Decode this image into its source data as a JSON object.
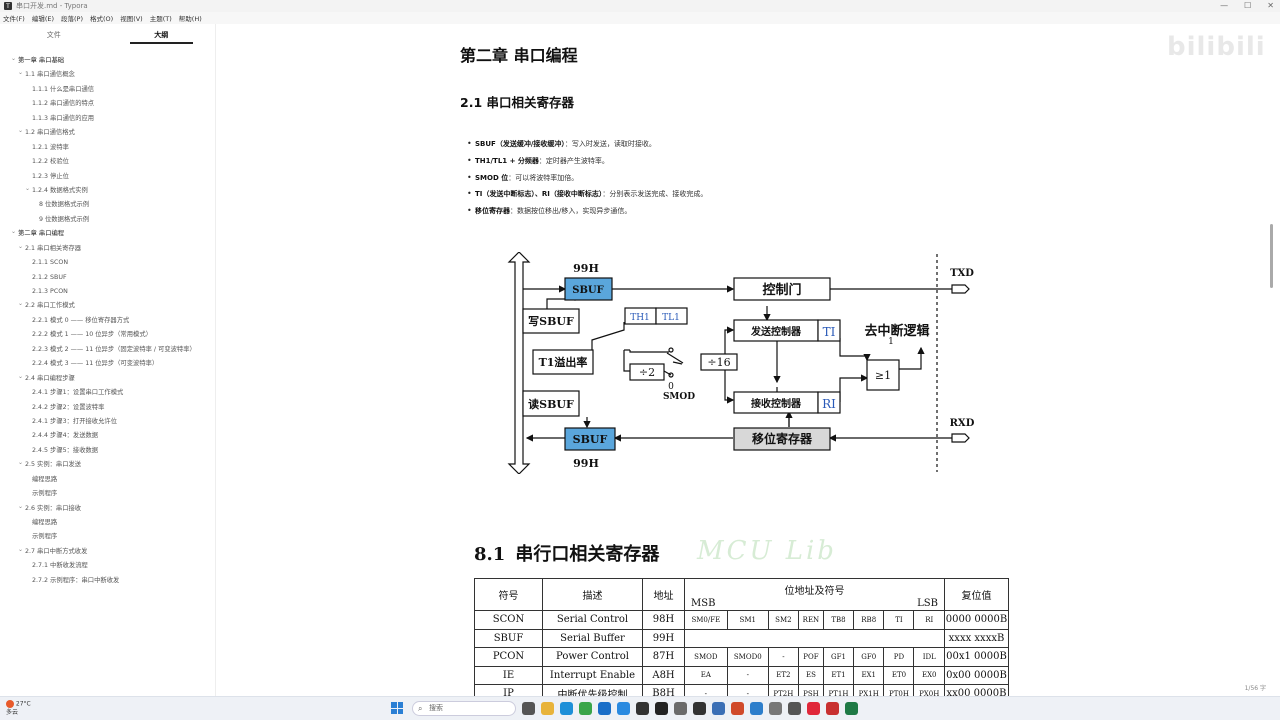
{
  "window": {
    "title": "串口开发.md - Typora",
    "app_icon": "T"
  },
  "menu": [
    "文件(F)",
    "编辑(E)",
    "段落(P)",
    "格式(O)",
    "视图(V)",
    "主题(T)",
    "帮助(H)"
  ],
  "sidebar": {
    "tabs": [
      "文件",
      "大纲"
    ],
    "active_tab": "大纲",
    "items": [
      {
        "label": "第一章 串口基础",
        "level": 1,
        "expanded": true
      },
      {
        "label": "1.1 串口通信概念",
        "level": 2,
        "expanded": true
      },
      {
        "label": "1.1.1 什么是串口通信",
        "level": 3
      },
      {
        "label": "1.1.2 串口通信的特点",
        "level": 3
      },
      {
        "label": "1.1.3 串口通信的应用",
        "level": 3
      },
      {
        "label": "1.2 串口通信格式",
        "level": 2,
        "expanded": true
      },
      {
        "label": "1.2.1 波特率",
        "level": 3
      },
      {
        "label": "1.2.2 校验位",
        "level": 3
      },
      {
        "label": "1.2.3 停止位",
        "level": 3
      },
      {
        "label": "1.2.4 数据格式实例",
        "level": 3,
        "expanded": true
      },
      {
        "label": "8 位数据格式示例",
        "level": 4
      },
      {
        "label": "9 位数据格式示例",
        "level": 4
      },
      {
        "label": "第二章 串口编程",
        "level": 1,
        "expanded": true
      },
      {
        "label": "2.1 串口相关寄存器",
        "level": 2,
        "expanded": true
      },
      {
        "label": "2.1.1 SCON",
        "level": 3
      },
      {
        "label": "2.1.2 SBUF",
        "level": 3
      },
      {
        "label": "2.1.3 PCON",
        "level": 3
      },
      {
        "label": "2.2 串口工作模式",
        "level": 2,
        "expanded": true
      },
      {
        "label": "2.2.1 模式 0 —— 移位寄存器方式",
        "level": 3
      },
      {
        "label": "2.2.2 模式 1 —— 10 位异步（常用模式）",
        "level": 3
      },
      {
        "label": "2.2.3 模式 2 —— 11 位异步（固定波特率 / 可变波特率）",
        "level": 3
      },
      {
        "label": "2.2.4 模式 3 —— 11 位异步（可变波特率）",
        "level": 3
      },
      {
        "label": "2.4 串口编程步骤",
        "level": 2,
        "expanded": true
      },
      {
        "label": "2.4.1 步骤1：设置串口工作模式",
        "level": 3
      },
      {
        "label": "2.4.2 步骤2：设置波特率",
        "level": 3
      },
      {
        "label": "2.4.1 步骤3：打开接收允许位",
        "level": 3
      },
      {
        "label": "2.4.4 步骤4：发送数据",
        "level": 3
      },
      {
        "label": "2.4.5 步骤5：接收数据",
        "level": 3
      },
      {
        "label": "2.5 实例：串口发送",
        "level": 2,
        "expanded": true
      },
      {
        "label": "编程思路",
        "level": 3
      },
      {
        "label": "示例程序",
        "level": 3
      },
      {
        "label": "2.6 实例：串口接收",
        "level": 2,
        "expanded": true
      },
      {
        "label": "编程思路",
        "level": 3
      },
      {
        "label": "示例程序",
        "level": 3
      },
      {
        "label": "2.7 串口中断方式收发",
        "level": 2,
        "expanded": true
      },
      {
        "label": "2.7.1 中断收发流程",
        "level": 3
      },
      {
        "label": "2.7.2 示例程序：串口中断收发",
        "level": 3
      }
    ],
    "footer_left": "‹",
    "footer_right": "</>"
  },
  "doc": {
    "h1": "第二章 串口编程",
    "h2": "2.1 串口相关寄存器",
    "bullets": [
      {
        "term": "SBUF（发送缓冲/接收缓冲）",
        "desc": "：写入时发送，读取时接收。"
      },
      {
        "term": "TH1/TL1 + 分频器",
        "desc": "：定时器产生波特率。"
      },
      {
        "term": "SMOD 位",
        "desc": "：可以将波特率加倍。"
      },
      {
        "term": "TI（发送中断标志）、RI（接收中断标志）",
        "desc": "：分别表示发送完成、接收完成。"
      },
      {
        "term": "移位寄存器",
        "desc": "：数据按位移出/移入，实现异步通信。"
      }
    ],
    "diagram": {
      "sbuf_top_addr": "99H",
      "sbuf_top": "SBUF",
      "write_sbuf": "写SBUF",
      "th1": "TH1",
      "tl1": "TL1",
      "t1_overflow": "T1溢出率",
      "one": "1",
      "zero": "0",
      "div2": "÷2",
      "div16": "÷16",
      "smod": "SMOD",
      "ctrl_gate": "控制门",
      "tx_ctrl": "发送控制器",
      "ti": "TI",
      "rx_ctrl": "接收控制器",
      "ri": "RI",
      "to_int": "去中断逻辑",
      "ge1": "≥1",
      "read_sbuf": "读SBUF",
      "sbuf_bot": "SBUF",
      "sbuf_bot_addr": "99H",
      "shift_reg": "移位寄存器",
      "txd": "TXD",
      "rxd": "RXD"
    },
    "h3_num": "8.1",
    "h3": "串行口相关寄存器",
    "h3_watermark": "MCU Lib",
    "table": {
      "headers": [
        "符号",
        "描述",
        "地址",
        "位地址及符号",
        "复位值"
      ],
      "msb": "MSB",
      "lsb": "LSB",
      "rows": [
        {
          "sym": "SCON",
          "desc": "Serial Control",
          "addr": "98H",
          "bits": [
            "SM0/FE",
            "SM1",
            "SM2",
            "REN",
            "TB8",
            "RB8",
            "TI",
            "RI"
          ],
          "reset": "0000 0000B"
        },
        {
          "sym": "SBUF",
          "desc": "Serial Buffer",
          "addr": "99H",
          "bits": [],
          "reset": "xxxx xxxxB"
        },
        {
          "sym": "PCON",
          "desc": "Power Control",
          "addr": "87H",
          "bits": [
            "SMOD",
            "SMOD0",
            "-",
            "POF",
            "GF1",
            "GF0",
            "PD",
            "IDL"
          ],
          "reset": "00x1 0000B"
        },
        {
          "sym": "IE",
          "desc": "Interrupt Enable",
          "addr": "A8H",
          "bits": [
            "EA",
            "-",
            "ET2",
            "ES",
            "ET1",
            "EX1",
            "ET0",
            "EX0"
          ],
          "reset": "0x00 0000B"
        },
        {
          "sym": "IP",
          "desc": "中断优先级控制",
          "addr": "B8H",
          "bits": [
            "-",
            "-",
            "PT2H",
            "PSH",
            "PT1H",
            "PX1H",
            "PT0H",
            "PX0H"
          ],
          "reset": "xx00 0000B"
        }
      ]
    }
  },
  "page_info": "1/56 字",
  "watermark": "bilibili",
  "taskbar": {
    "weather_temp": "27°C",
    "weather_text": "多云",
    "search_placeholder": "搜索"
  },
  "colors": {
    "sbuf_fill": "#5aa6dc",
    "shift_fill": "#d8d8d8",
    "accent": "#2a7fd4"
  }
}
